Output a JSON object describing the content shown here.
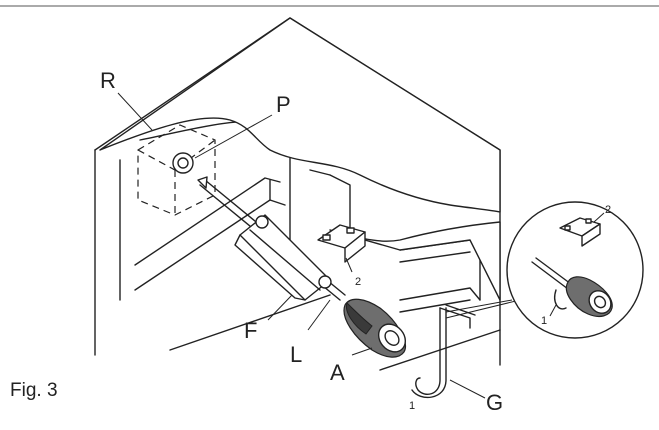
{
  "figure": {
    "caption": "Fig. 3",
    "labels": {
      "R": "R",
      "P": "P",
      "F": "F",
      "L": "L",
      "A": "A",
      "G": "G",
      "num_2_main": "2",
      "num_1_hook": "1",
      "num_1_inset": "1",
      "num_2_inset": "2"
    }
  }
}
